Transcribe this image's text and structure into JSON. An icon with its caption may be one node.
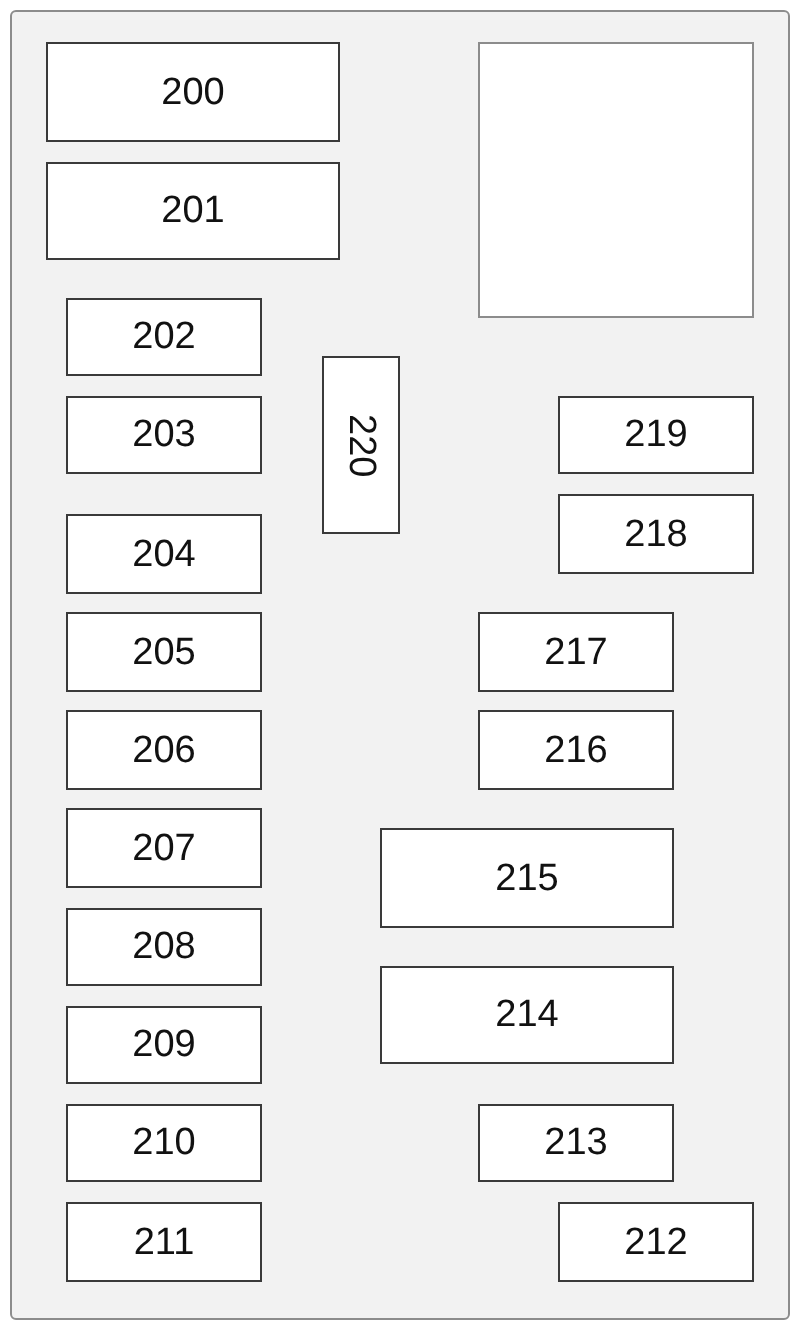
{
  "diagram": {
    "nodes": [
      {
        "text": [
          "200"
        ]
      },
      {
        "text": [
          "201"
        ]
      },
      {
        "text": [],
        "shape": "box"
      },
      {
        "text": [
          "202"
        ]
      },
      {
        "text": [
          "203"
        ]
      },
      {
        "text": [
          "220"
        ]
      },
      {
        "text": [
          "219"
        ]
      },
      {
        "text": [
          "218"
        ]
      },
      {
        "text": [
          "204"
        ]
      },
      {
        "text": [
          "205"
        ]
      },
      {
        "text": [
          "217"
        ]
      },
      {
        "text": [
          "206"
        ]
      },
      {
        "text": [
          "216"
        ]
      },
      {
        "text": [
          "207"
        ]
      },
      {
        "text": [
          "215"
        ]
      },
      {
        "text": [
          "208"
        ]
      },
      {
        "text": [
          "214"
        ]
      },
      {
        "text": [
          "209"
        ]
      },
      {
        "text": [
          "210"
        ]
      },
      {
        "text": [
          "213"
        ]
      },
      {
        "text": [
          "211"
        ]
      },
      {
        "text": [
          "212"
        ]
      }
    ]
  }
}
